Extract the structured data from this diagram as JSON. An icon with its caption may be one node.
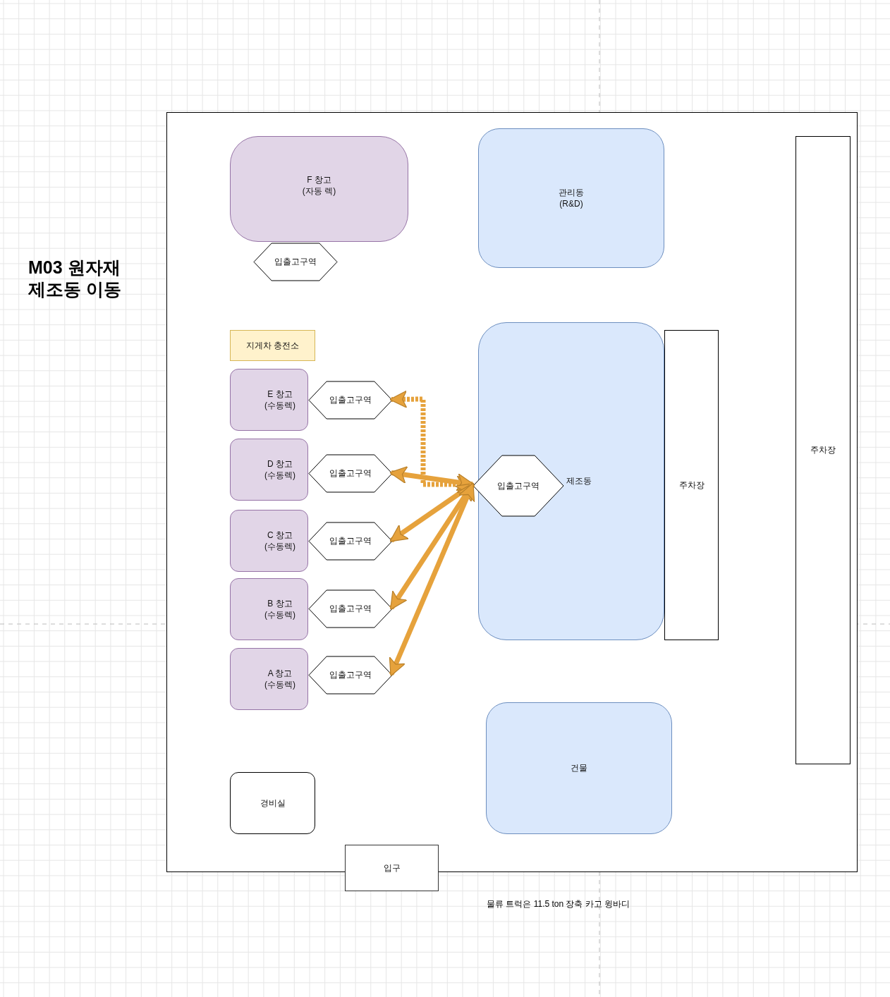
{
  "diagram": {
    "title": "M03 원자재 제조동 이동",
    "nodes": [
      {
        "text": [],
        "shape": "box"
      },
      {
        "text": [
          "F 창고 (자동 렉)"
        ],
        "in": 0
      },
      {
        "text": [
          "입출고구역"
        ],
        "in": 0
      },
      {
        "text": [
          "관리동 (R&D)"
        ],
        "in": 0
      },
      {
        "text": [
          "주차장"
        ],
        "in": 0
      },
      {
        "text": [
          "지게차 충전소"
        ],
        "in": 0
      },
      {
        "text": [
          "E 창고 (수동렉)"
        ],
        "in": 0
      },
      {
        "text": [
          "입출고구역"
        ],
        "in": 0
      },
      {
        "text": [
          "D 창고 (수동렉)"
        ],
        "in": 0
      },
      {
        "text": [
          "입출고구역"
        ],
        "in": 0
      },
      {
        "text": [
          "C 창고 (수동렉)"
        ],
        "in": 0
      },
      {
        "text": [
          "입출고구역"
        ],
        "in": 0
      },
      {
        "text": [
          "B 창고 (수동렉)"
        ],
        "in": 0
      },
      {
        "text": [
          "입출고구역"
        ],
        "in": 0
      },
      {
        "text": [
          "A 창고 (수동렉)"
        ],
        "in": 0
      },
      {
        "text": [
          "입출고구역"
        ],
        "in": 0
      },
      {
        "text": [
          "제조동"
        ],
        "in": 0
      },
      {
        "text": [
          "입출고구역"
        ],
        "in": 16
      },
      {
        "text": [
          "주차장"
        ],
        "in": 0
      },
      {
        "text": [
          "건물"
        ],
        "in": 0
      },
      {
        "text": [
          "경비실"
        ],
        "in": 0
      },
      {
        "text": [
          "입구"
        ]
      }
    ],
    "edges": [
      {
        "from": 17,
        "to": 7,
        "arrow": "both",
        "style": "dashed"
      },
      {
        "from": 17,
        "to": 9,
        "arrow": "both"
      },
      {
        "from": 17,
        "to": 11,
        "arrow": "both"
      },
      {
        "from": 17,
        "to": 13,
        "arrow": "both"
      },
      {
        "from": 17,
        "to": 15,
        "arrow": "both"
      }
    ],
    "labels": [
      "물류 트럭은 11.5 ton 장축 카고 윙바디"
    ]
  }
}
